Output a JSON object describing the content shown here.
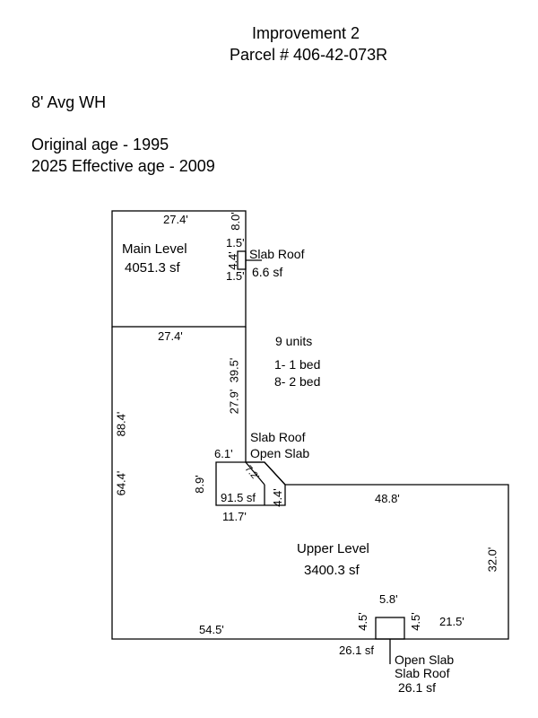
{
  "header": {
    "title": "Improvement 2",
    "parcel": "Parcel # 406-42-073R"
  },
  "info": {
    "wall_height": "8' Avg WH",
    "original_age": "Original age - 1995",
    "effective_age": "2025 Effective age - 2009"
  },
  "main_level": {
    "name": "Main Level",
    "area": "4051.3 sf",
    "dim_top": "27.4'",
    "dim_bottom": "27.4'",
    "dim_right_top": "8.0'",
    "dim_right_mid": "39.5'",
    "dim_right_low": "27.9'",
    "dim_left": "88.4'"
  },
  "slab_roof_small": {
    "label": "Slab Roof",
    "area": "6.6 sf",
    "dim_a": "1.5'",
    "dim_b": "4.4'",
    "dim_c": "1.5'"
  },
  "units": {
    "count": "9 units",
    "one_bed": "1- 1 bed",
    "two_bed": "8- 2 bed"
  },
  "open_slab_mid": {
    "line1": "Slab Roof",
    "line2": "Open Slab",
    "area": "91.5 sf",
    "dim_top": "6.1'",
    "dim_left": "8.9'",
    "dim_bottom": "11.7'",
    "dim_right": "4.4'",
    "dim_diag": "7.2'"
  },
  "upper_level": {
    "name": "Upper Level",
    "area": "3400.3 sf",
    "dim_top": "48.8'",
    "dim_right": "32.0'",
    "dim_left": "64.4'",
    "dim_bottom_left": "54.5'",
    "dim_bottom_right": "21.5'"
  },
  "open_slab_bottom": {
    "dim_top": "5.8'",
    "dim_left": "4.5'",
    "dim_right": "4.5'",
    "area_left": "26.1 sf",
    "line1": "Open Slab",
    "line2": "Slab Roof",
    "area": "26.1 sf"
  }
}
